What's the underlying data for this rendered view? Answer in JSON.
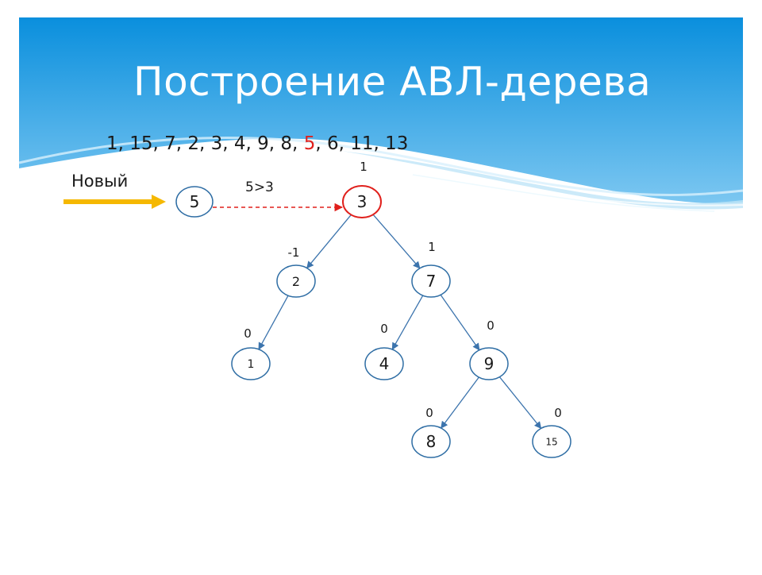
{
  "slide": {
    "title": "Построение АВЛ-дерева",
    "sequence": {
      "before": "1, 15, 7, 2, 3, 4, 9, 8, ",
      "highlight": "5",
      "after": ", 6, 11, 13"
    },
    "new_label": "Новый",
    "comparison_label": "5>3"
  },
  "tree": {
    "new_node": {
      "value": "5"
    },
    "nodes": [
      {
        "id": "n3",
        "value": "3",
        "balance": "1",
        "highlighted": true
      },
      {
        "id": "n2",
        "value": "2",
        "balance": "-1"
      },
      {
        "id": "n7",
        "value": "7",
        "balance": "1"
      },
      {
        "id": "n1",
        "value": "1",
        "balance": "0"
      },
      {
        "id": "n4",
        "value": "4",
        "balance": "0"
      },
      {
        "id": "n9",
        "value": "9",
        "balance": "0"
      },
      {
        "id": "n8",
        "value": "8",
        "balance": "0"
      },
      {
        "id": "n15",
        "value": "15",
        "balance": "0"
      }
    ],
    "edges": [
      {
        "from": "n3",
        "to": "n2"
      },
      {
        "from": "n3",
        "to": "n7"
      },
      {
        "from": "n2",
        "to": "n1"
      },
      {
        "from": "n7",
        "to": "n4"
      },
      {
        "from": "n7",
        "to": "n9"
      },
      {
        "from": "n9",
        "to": "n8"
      },
      {
        "from": "n9",
        "to": "n15"
      }
    ]
  },
  "colors": {
    "header_top": "#0a8fdd",
    "header_bottom": "#9fd8f6",
    "node_stroke": "#2e6da4",
    "highlight_stroke": "#e0201c",
    "edge": "#3c74ad",
    "new_arrow": "#f5b800",
    "dashed_arrow": "#e0201c"
  }
}
